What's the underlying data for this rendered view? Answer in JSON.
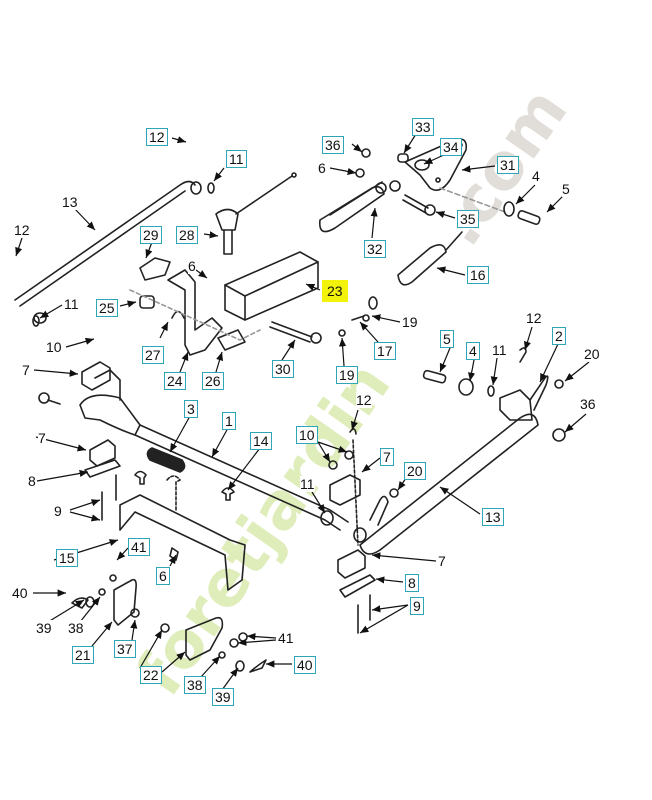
{
  "diagram": {
    "title": "Brake / clutch pedal linkage exploded view",
    "highlighted_part": "23",
    "watermark": {
      "text_1": "foretjardin",
      "text_2": ".com",
      "colors": {
        "green": "#b9d86a",
        "orange": "#f5b66b",
        "grey": "#bdb6ad"
      }
    },
    "callout_box_color": "#2fa6b8",
    "highlight_color": "#f2f20a",
    "callouts": {
      "c12a": "12",
      "c11a": "11",
      "c13a": "13",
      "c12b": "12",
      "c11b": "11",
      "c28": "28",
      "c29": "29",
      "c6a": "6",
      "c25": "25",
      "c10a": "10",
      "c27": "27",
      "c24": "24",
      "c26": "26",
      "c30": "30",
      "c7a": "7",
      "c36a": "36",
      "c33": "33",
      "c34": "34",
      "c31": "31",
      "c6b": "6",
      "c4a": "4",
      "c5a": "5",
      "c35": "35",
      "c32": "32",
      "c16": "16",
      "c23": "23",
      "c19a": "19",
      "c17": "17",
      "c19b": "19",
      "c5b": "5",
      "c4b": "4",
      "c11c": "11",
      "c12c": "12",
      "c2": "2",
      "c20a": "20",
      "c36b": "36",
      "c3": "3",
      "c1": "1",
      "c14": "14",
      "c7b": "7",
      "c8a": "8",
      "c9a": "9",
      "c12d": "12",
      "c10b": "10",
      "c7c": "7",
      "c20b": "20",
      "c11d": "11",
      "c13b": "13",
      "c15": "15",
      "c41a": "41",
      "c6c": "6",
      "c7d": "7",
      "c8b": "8",
      "c9b": "9",
      "c40a": "40",
      "c39a": "39",
      "c38a": "38",
      "c21": "21",
      "c37": "37",
      "c22": "22",
      "c41b": "41",
      "c38b": "38",
      "c39b": "39",
      "c40b": "40"
    }
  }
}
